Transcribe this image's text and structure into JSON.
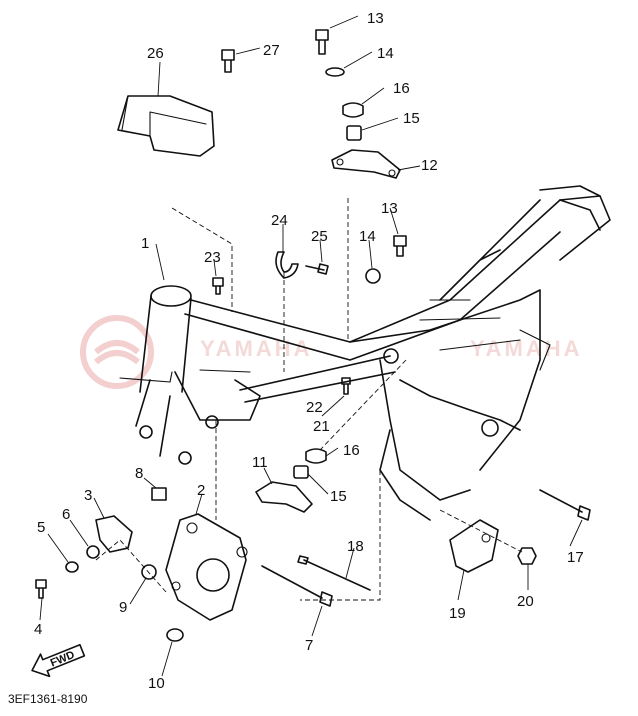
{
  "diagram": {
    "drawing_code": "3EF1361-8190",
    "fwd_label": "FWD",
    "watermark": "YAMAHA",
    "callouts": [
      "1",
      "2",
      "3",
      "4",
      "5",
      "6",
      "7",
      "8",
      "9",
      "10",
      "11",
      "12",
      "13",
      "14",
      "15",
      "16",
      "17",
      "18",
      "19",
      "20",
      "21",
      "22",
      "23",
      "24",
      "25",
      "26",
      "27",
      "13",
      "14",
      "15",
      "16"
    ]
  },
  "colors": {
    "line": "#111111",
    "watermark": "#e9a7a7",
    "background": "#ffffff"
  }
}
